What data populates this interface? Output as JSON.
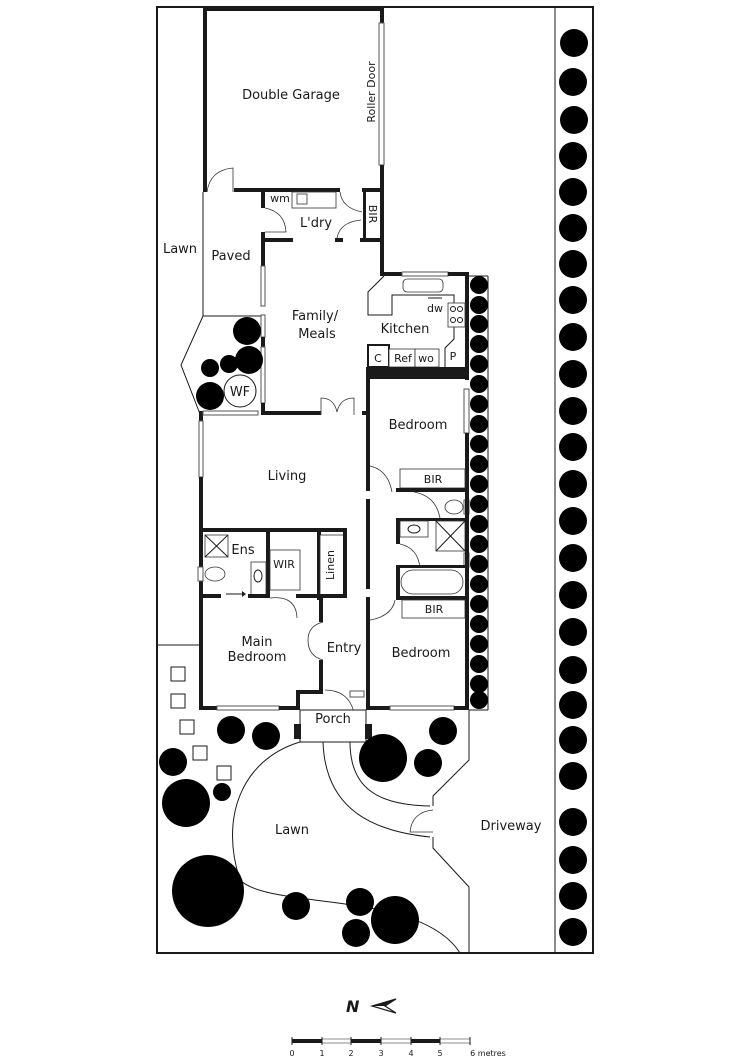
{
  "rooms": {
    "double_garage": "Double Garage",
    "roller_door": "Roller Door",
    "wm": "wm",
    "laundry": "L'dry",
    "bir_laundry": "BIR",
    "lawn_side": "Lawn",
    "paved": "Paved",
    "family_meals_1": "Family/",
    "family_meals_2": "Meals",
    "kitchen": "Kitchen",
    "dw": "dw",
    "c": "C",
    "ref": "Ref",
    "wo": "wo",
    "p": "P",
    "wf": "WF",
    "bedroom_2": "Bedroom",
    "living": "Living",
    "bir_bed2": "BIR",
    "ens": "Ens",
    "wir": "WIR",
    "linen": "Linen",
    "bir_bed3": "BIR",
    "main_bedroom_1": "Main",
    "main_bedroom_2": "Bedroom",
    "entry": "Entry",
    "bedroom_3": "Bedroom",
    "porch": "Porch",
    "lawn_front": "Lawn",
    "driveway": "Driveway"
  },
  "compass": {
    "label": "N"
  },
  "scale": {
    "ticks": [
      "0",
      "1",
      "2",
      "3",
      "4",
      "5",
      "6 metres"
    ]
  }
}
